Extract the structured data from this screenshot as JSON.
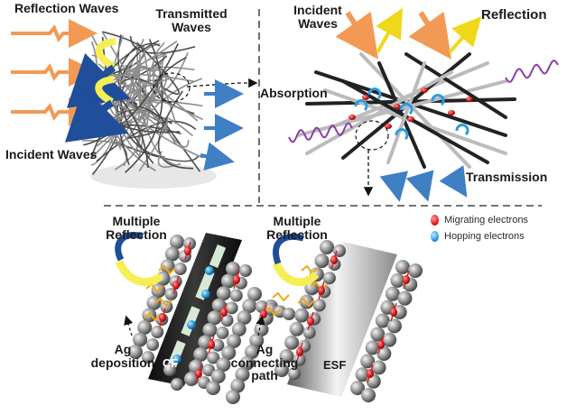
{
  "labels": {
    "reflection_waves": "Reflection Waves",
    "transmitted_line1": "Transmitted",
    "transmitted_line2": "Waves",
    "incident_waves_left": "Incident Waves",
    "incident_top_line1": "Incident",
    "incident_top_line2": "Waves",
    "reflection": "Reflection",
    "absorption": "Absorption",
    "transmission": "Transmission",
    "multiple_reflection_left_line1": "Multiple",
    "multiple_reflection_left_line2": "Reflection",
    "multiple_reflection_right_line1": "Multiple",
    "multiple_reflection_right_line2": "Reflection",
    "ag_deposition_line1": "Ag",
    "ag_deposition_line2": "deposition",
    "cf": "CF",
    "ag_path_line1": "Ag",
    "ag_path_line2": "connecting",
    "ag_path_line3": "path",
    "esf": "ESF"
  },
  "legend": {
    "migrating": "Migrating electrons",
    "hopping": "Hopping electrons"
  },
  "colors": {
    "incident_arrow": "#f29a55",
    "reflected_arrow": "#f2e21a",
    "transmitted_arrow": "#3f7fc4",
    "curved_arrow_blue": "#1f4e9a",
    "curved_arrow_yellow": "#f5ef55",
    "migrating_electron": "#e02020",
    "hopping_electron": "#2a9de0",
    "wave_purple": "#8a3fa8",
    "ag_particle": "#8c8c8c",
    "ag_link": "#f0a81a"
  }
}
